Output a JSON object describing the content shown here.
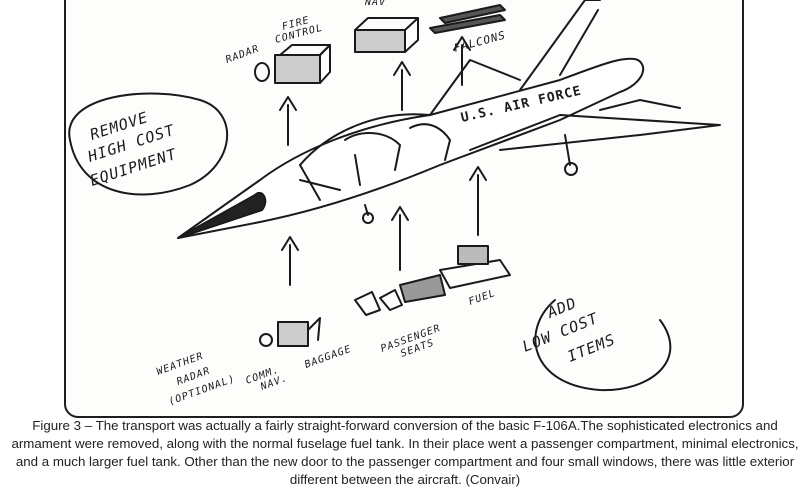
{
  "figure": {
    "labels": {
      "remove_note": [
        "REMOVE",
        "HIGH COST",
        "EQUIPMENT"
      ],
      "add_note": [
        "ADD",
        "LOW COST",
        "ITEMS"
      ],
      "radar": "RADAR",
      "fire_control": [
        "FIRE",
        "CONTROL"
      ],
      "nav_partial": "NAV",
      "falcons": "FALCONS",
      "fuselage_marking": "U.S. AIR FORCE",
      "weather_radar": [
        "WEATHER",
        "RADAR",
        "(OPTIONAL)"
      ],
      "comm_nav": [
        "COMM.",
        "NAV."
      ],
      "baggage": "BAGGAGE",
      "passenger_seats": [
        "PASSENGER",
        "SEATS"
      ],
      "fuel": "FUEL"
    },
    "caption": "Figure 3 – The transport was actually a fairly straight-forward conversion of the basic F-106A.The sophisticated electronics and armament were removed, along with the normal fuselage fuel tank. In their place went a passenger compartment, minimal electronics, and a much larger fuel tank. Other than the new door to the passenger compartment and four small windows, there was little exterior different between the aircraft. (Convair)"
  },
  "colors": {
    "ink": "#1a1a1a",
    "paper": "#fdfdfb",
    "caption_text": "#222222"
  }
}
